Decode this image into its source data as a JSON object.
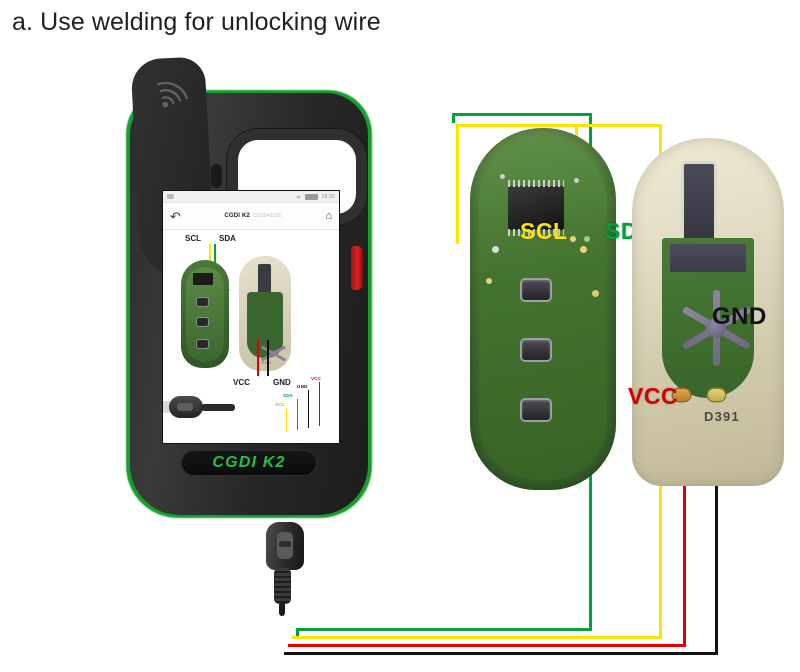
{
  "page": {
    "title": "a. Use welding for unlocking wire"
  },
  "device": {
    "name": "CGDI K2",
    "brand_label": "CGDI K2",
    "antenna_icon": "wireless-waves-icon",
    "side_button": "power-button",
    "screen": {
      "status_bar": {
        "wifi": "wifi-icon",
        "battery": "battery-icon",
        "time": "18:30"
      },
      "app_bar": {
        "back_icon": "back-arrow-icon",
        "title": "CGDI K2",
        "serial": "CG0041020",
        "home_icon": "home-icon"
      },
      "diagram": {
        "labels": {
          "scl": "SCL",
          "sda": "SDA",
          "vcc": "VCC",
          "gnd": "GND"
        },
        "fob_b_marking": "D391",
        "legend": [
          {
            "label": "VCC",
            "color": "#e00000"
          },
          {
            "label": "GND",
            "color": "#111111"
          },
          {
            "label": "SDA",
            "color": "#00a23b"
          },
          {
            "label": "SCL",
            "color": "#ffe400"
          }
        ]
      }
    }
  },
  "fob_pcb": {
    "name": "key-fob-circuit-board",
    "labels": {
      "scl": "SCL",
      "sda": "SDA"
    }
  },
  "fob_shell": {
    "name": "key-fob-shell",
    "labels": {
      "gnd": "GND",
      "vcc": "VCC"
    },
    "marking": "D391"
  },
  "wires": [
    {
      "name": "scl-wire",
      "label": "SCL",
      "color": "#ffe400"
    },
    {
      "name": "sda-wire",
      "label": "SDA",
      "color": "#00a23b"
    },
    {
      "name": "vcc-wire",
      "label": "VCC",
      "color": "#e00000"
    },
    {
      "name": "gnd-wire",
      "label": "GND",
      "color": "#111111"
    }
  ]
}
